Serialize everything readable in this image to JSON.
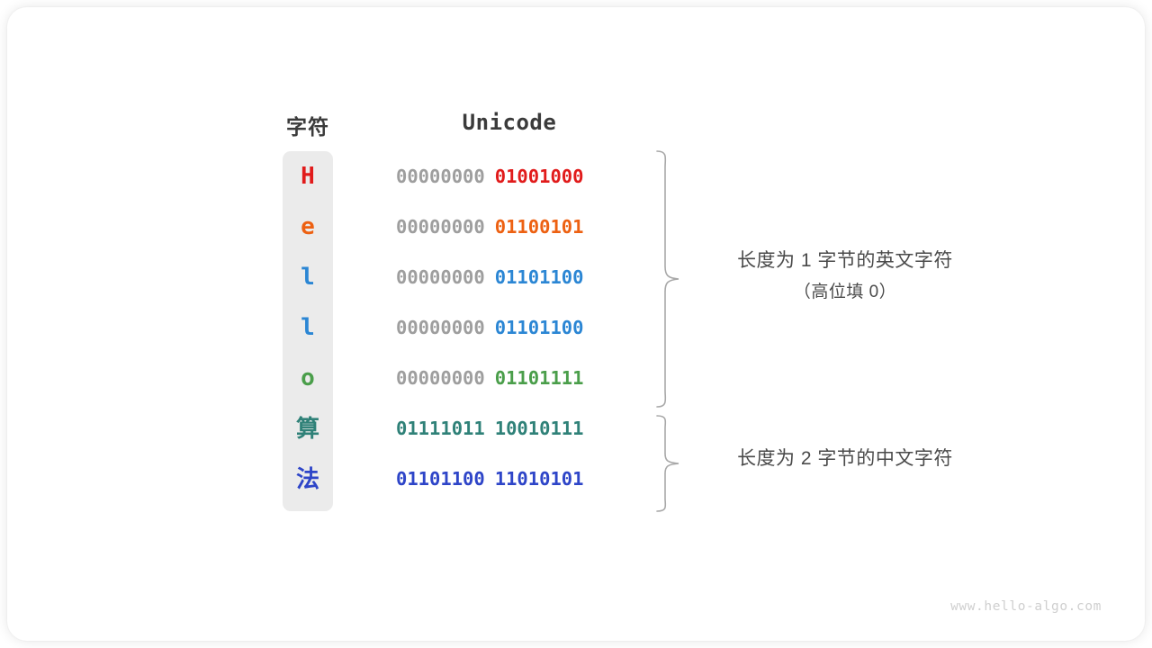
{
  "diagram": {
    "title_char_column": "字符",
    "title_code_column": "Unicode",
    "watermark": "www.hello-algo.com",
    "colors": {
      "red": "#e11b1b",
      "orange": "#ed6112",
      "blue_light": "#2b86d4",
      "green": "#4a9e4a",
      "teal": "#2f8178",
      "blue_dark": "#2e45c8",
      "gray_high_bits": "#9e9e9e",
      "column_bg": "#ebebeb",
      "brace": "#a8a8a8",
      "text": "#4a4a4a"
    },
    "rows": [
      {
        "char": "H",
        "script": "latin",
        "color": "#e11b1b",
        "high_byte": "00000000",
        "low_byte": "01001000"
      },
      {
        "char": "e",
        "script": "latin",
        "color": "#ed6112",
        "high_byte": "00000000",
        "low_byte": "01100101"
      },
      {
        "char": "l",
        "script": "latin",
        "color": "#2b86d4",
        "high_byte": "00000000",
        "low_byte": "01101100"
      },
      {
        "char": "l",
        "script": "latin",
        "color": "#2b86d4",
        "high_byte": "00000000",
        "low_byte": "01101100"
      },
      {
        "char": "o",
        "script": "latin",
        "color": "#4a9e4a",
        "high_byte": "00000000",
        "low_byte": "01101111"
      },
      {
        "char": "算",
        "script": "cjk",
        "color": "#2f8178",
        "high_byte": "01111011",
        "low_byte": "10010111"
      },
      {
        "char": "法",
        "script": "cjk",
        "color": "#2e45c8",
        "high_byte": "01101100",
        "low_byte": "11010101"
      }
    ],
    "annotations": [
      {
        "line1": "长度为 1 字节的英文字符",
        "line2": "（高位填 0）",
        "covers_rows": [
          0,
          1,
          2,
          3,
          4
        ]
      },
      {
        "line1": "长度为 2 字节的中文字符",
        "line2": "",
        "covers_rows": [
          5,
          6
        ]
      }
    ]
  }
}
